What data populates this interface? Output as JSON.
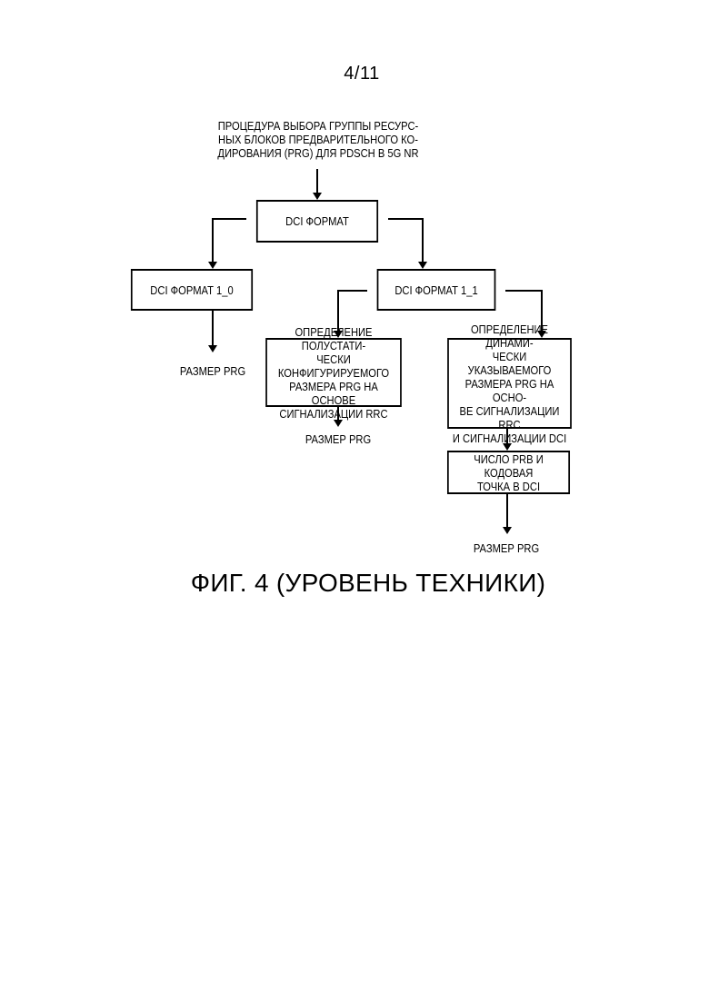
{
  "page": {
    "number": "4/11"
  },
  "diagram": {
    "header_text": "ПРОЦЕДУРА ВЫБОРА ГРУППЫ РЕСУРС-\nНЫХ БЛОКОВ ПРЕДВАРИТЕЛЬНОГО КО-\nДИРОВАНИЯ (PRG) ДЛЯ PDSCH В 5G NR",
    "nodes": {
      "dci_format": "DCI ФОРМАТ",
      "dci_format_1_0": "DCI ФОРМАТ 1_0",
      "dci_format_1_1": "DCI ФОРМАТ 1_1",
      "semi_static": "ОПРЕДЕЛЕНИЕ ПОЛУСТАТИ-\nЧЕСКИ КОНФИГУРИРУЕМОГО\nРАЗМЕРА PRG НА ОСНОВЕ\nСИГНАЛИЗАЦИИ RRC",
      "dynamic": "ОПРЕДЕЛЕНИЕ ДИНАМИ-\nЧЕСКИ УКАЗЫВАЕМОГО\nРАЗМЕРА PRG НА ОСНО-\nВЕ СИГНАЛИЗАЦИИ RRC\nИ СИГНАЛИЗАЦИИ DCI",
      "prb_codepoint": "ЧИСЛО PRB И КОДОВАЯ\nТОЧКА В DCI"
    },
    "outputs": {
      "prg_size_1": "РАЗМЕР PRG",
      "prg_size_2": "РАЗМЕР PRG",
      "prg_size_3": "РАЗМЕР PRG"
    }
  },
  "caption": "ФИГ. 4 (УРОВЕНЬ ТЕХНИКИ)"
}
